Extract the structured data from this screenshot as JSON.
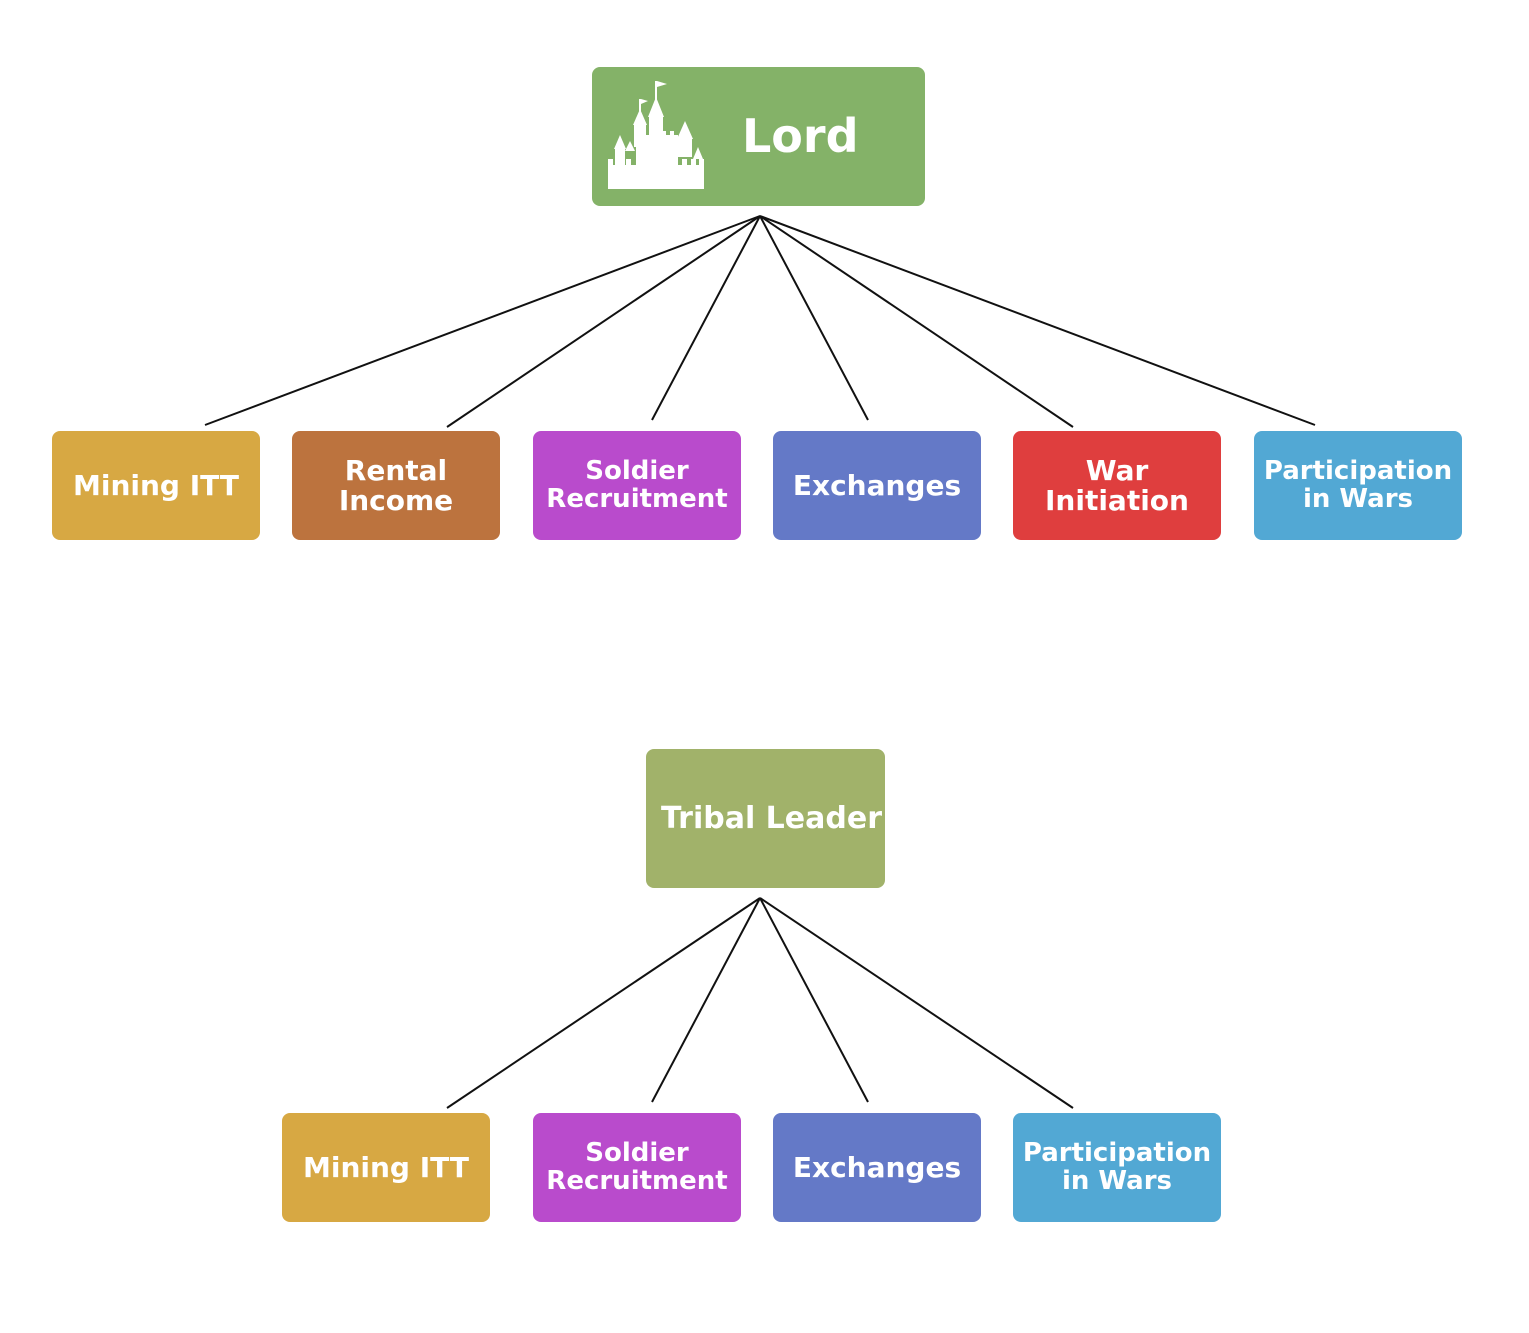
{
  "colors": {
    "lord": "#84b268",
    "tribal_leader": "#a1b26a",
    "mining": "#d7a843",
    "rental": "#bc733e",
    "soldier": "#b94bcc",
    "exchanges": "#6479c7",
    "war": "#df3e3e",
    "participation": "#52a8d4",
    "connector": "#111111"
  },
  "lord_tree": {
    "root": {
      "label": "Lord",
      "icon": "castle-icon",
      "color": "#84b268"
    },
    "children": [
      {
        "label": "Mining ITT",
        "color": "#d7a843"
      },
      {
        "label": "Rental\nIncome",
        "color": "#bc733e"
      },
      {
        "label": "Soldier\nRecruitment",
        "color": "#b94bcc"
      },
      {
        "label": "Exchanges",
        "color": "#6479c7"
      },
      {
        "label": "War\nInitiation",
        "color": "#df3e3e"
      },
      {
        "label": "Participation\nin Wars",
        "color": "#52a8d4"
      }
    ]
  },
  "tribal_tree": {
    "root": {
      "label": "Tribal Leader",
      "color": "#a1b26a"
    },
    "children": [
      {
        "label": "Mining ITT",
        "color": "#d7a843"
      },
      {
        "label": "Soldier\nRecruitment",
        "color": "#b94bcc"
      },
      {
        "label": "Exchanges",
        "color": "#6479c7"
      },
      {
        "label": "Participation\nin Wars",
        "color": "#52a8d4"
      }
    ]
  }
}
